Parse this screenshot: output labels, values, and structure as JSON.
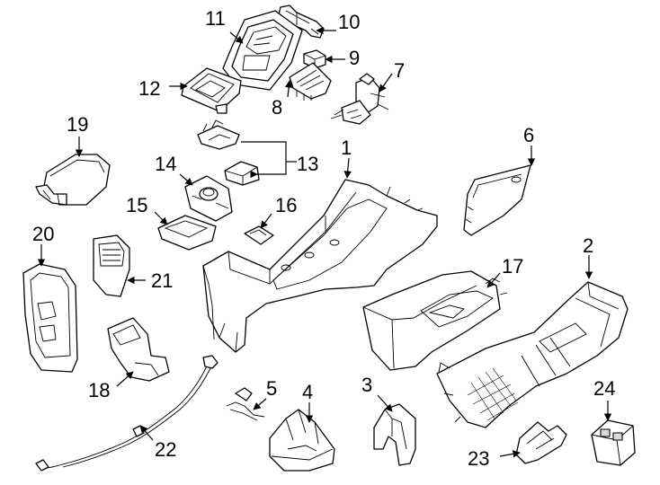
{
  "callouts": {
    "c1": "1",
    "c2": "2",
    "c3": "3",
    "c4": "4",
    "c5": "5",
    "c6": "6",
    "c7": "7",
    "c8": "8",
    "c9": "9",
    "c10": "10",
    "c11": "11",
    "c12": "12",
    "c13": "13",
    "c14": "14",
    "c15": "15",
    "c16": "16",
    "c17": "17",
    "c18": "18",
    "c19": "19",
    "c20": "20",
    "c21": "21",
    "c22": "22",
    "c23": "23",
    "c24": "24"
  },
  "colors": {
    "line": "#000000",
    "background": "#ffffff",
    "shade": "#d9d9d9"
  }
}
